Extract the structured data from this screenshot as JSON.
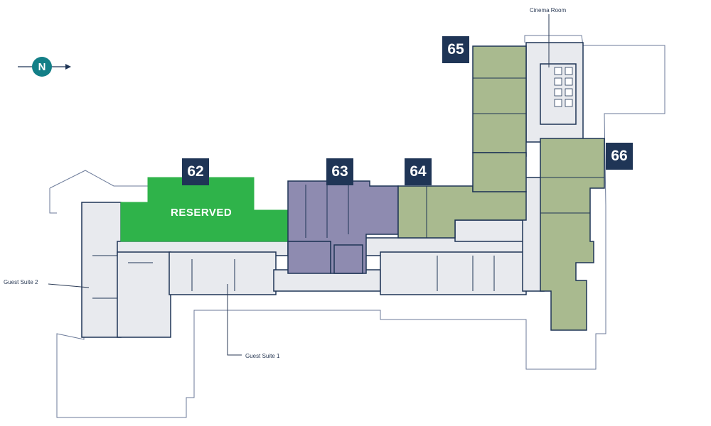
{
  "compass": {
    "letter": "N",
    "icon": "north-arrow-icon",
    "color": "#137f87"
  },
  "reserved_label": "RESERVED",
  "units": [
    {
      "id": "62",
      "label": "62",
      "status": "reserved"
    },
    {
      "id": "63",
      "label": "63",
      "status": "available"
    },
    {
      "id": "64",
      "label": "64",
      "status": "available"
    },
    {
      "id": "65",
      "label": "65",
      "status": "available"
    },
    {
      "id": "66",
      "label": "66",
      "status": "available"
    }
  ],
  "callouts": {
    "cinema_room": "Cinema Room",
    "guest_suite_1": "Guest Suite 1",
    "guest_suite_2": "Guest Suite 2"
  },
  "colors": {
    "badge_bg": "#1f3556",
    "reserved": "#2fb34a",
    "unit_63": "#8e8bb0",
    "units_64_65_66": "#a9ba8f",
    "common": "#e8eaee",
    "wall": "#1f3556"
  }
}
